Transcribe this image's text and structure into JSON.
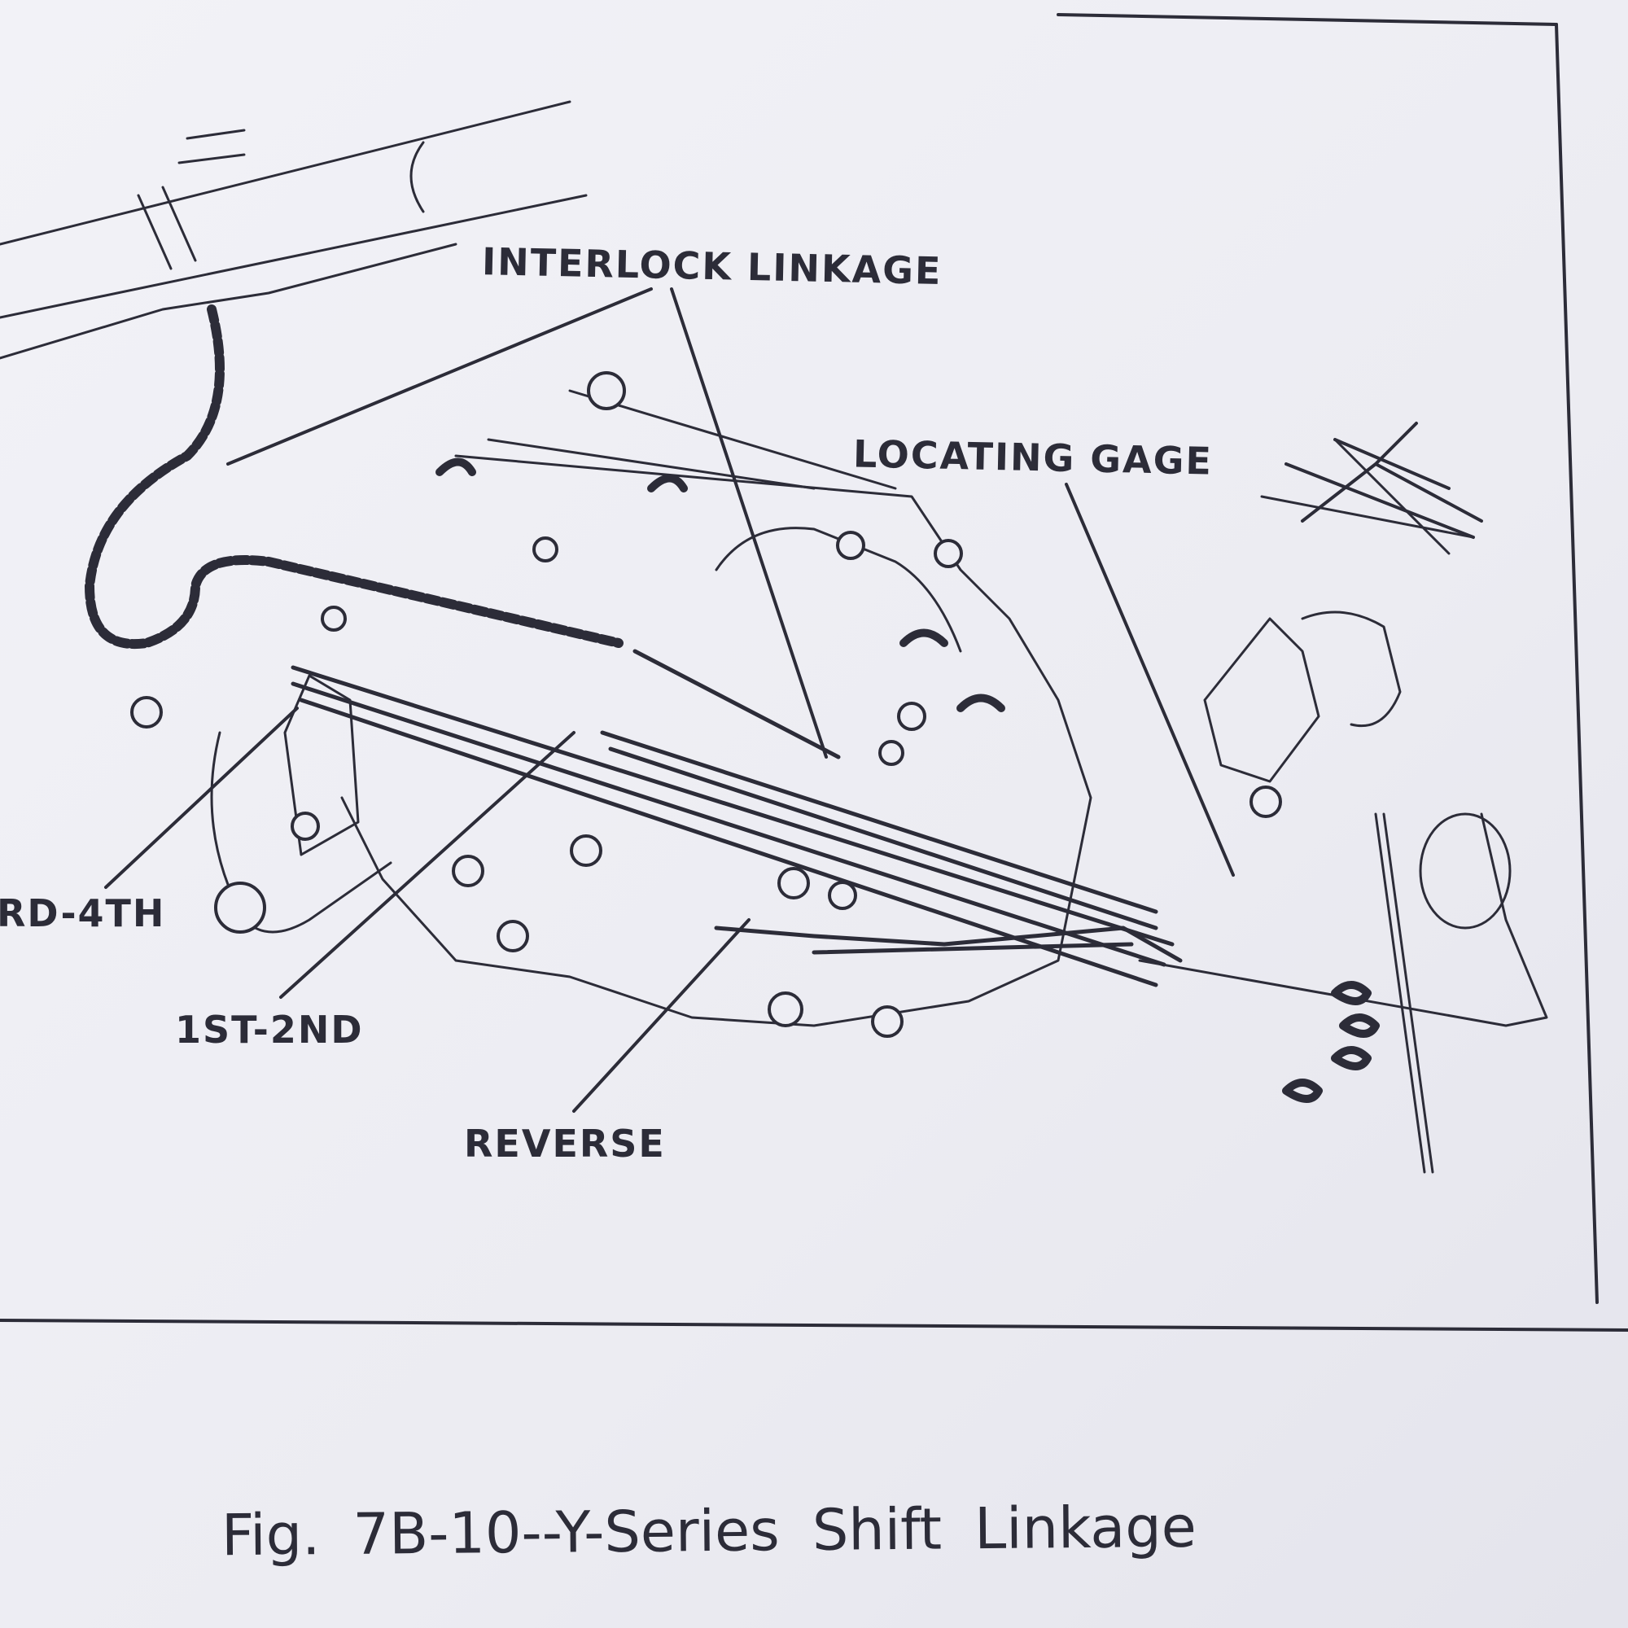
{
  "figure": {
    "caption": "Fig. 7B-10--Y-Series Shift Linkage",
    "labels": {
      "interlock_linkage": "INTERLOCK LINKAGE",
      "locating_gage": "LOCATING GAGE",
      "third_fourth": "RD-4TH",
      "first_second": "1ST-2ND",
      "reverse": "REVERSE"
    }
  },
  "colors": {
    "ink": "#2c2c38",
    "paper": "#eeeef4"
  }
}
